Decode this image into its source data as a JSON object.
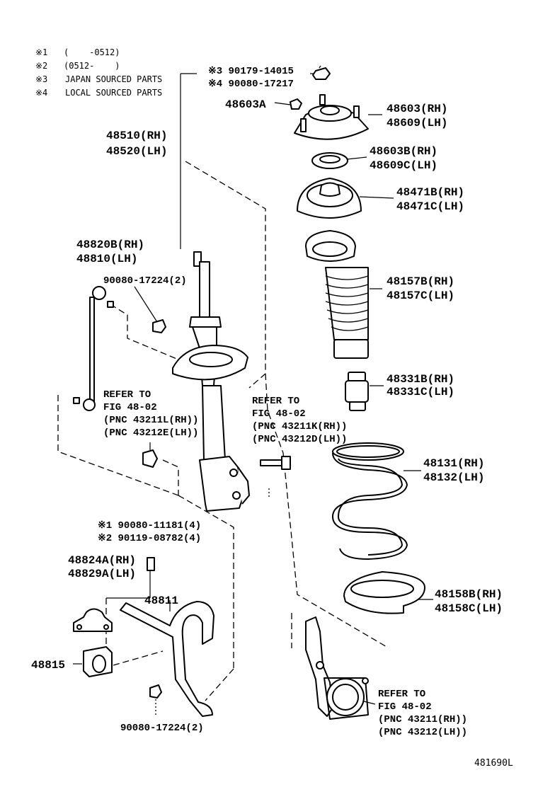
{
  "legend": [
    {
      "mark": "※1",
      "text": "(    -0512)"
    },
    {
      "mark": "※2",
      "text": "(0512-    )"
    },
    {
      "mark": "※3",
      "text": "JAPAN SOURCED PARTS"
    },
    {
      "mark": "※4",
      "text": "LOCAL SOURCED PARTS"
    }
  ],
  "labels": {
    "nut_top_1": "※3 90179-14015",
    "nut_top_2": "※4 90080-17217",
    "p48603a": "48603A",
    "p48603_rh": "48603(RH)",
    "p48609_lh": "48609(LH)",
    "p48510_rh": "48510(RH)",
    "p48520_lh": "48520(LH)",
    "p48603b_rh": "48603B(RH)",
    "p48609c_lh": "48609C(LH)",
    "p48471b_rh": "48471B(RH)",
    "p48471c_lh": "48471C(LH)",
    "p48820b_rh": "48820B(RH)",
    "p48810_lh": "48810(LH)",
    "nut_link": "90080-17224(2)",
    "p48157b_rh": "48157B(RH)",
    "p48157c_lh": "48157C(LH)",
    "p48331b_rh": "48331B(RH)",
    "p48331c_lh": "48331C(LH)",
    "p48131_rh": "48131(RH)",
    "p48132_lh": "48132(LH)",
    "bolt_1": "※1 90080-11181(4)",
    "bolt_2": "※2 90119-08782(4)",
    "p48824a_rh": "48824A(RH)",
    "p48829a_lh": "48829A(LH)",
    "p48811": "48811",
    "p48815": "48815",
    "p48158b_rh": "48158B(RH)",
    "p48158c_lh": "48158C(LH)",
    "nut_bottom": "90080-17224(2)",
    "code": "481690L"
  },
  "refs": [
    {
      "lines": [
        "REFER TO",
        "FIG 48-02",
        "(PNC 43211L(RH))",
        "(PNC 43212E(LH))"
      ]
    },
    {
      "lines": [
        "REFER TO",
        "FIG 48-02",
        "(PNC 43211K(RH))",
        "(PNC 43212D(LH))"
      ]
    },
    {
      "lines": [
        "REFER TO",
        "FIG 48-02",
        "(PNC 43211(RH))",
        "(PNC 43212(LH))"
      ]
    }
  ]
}
